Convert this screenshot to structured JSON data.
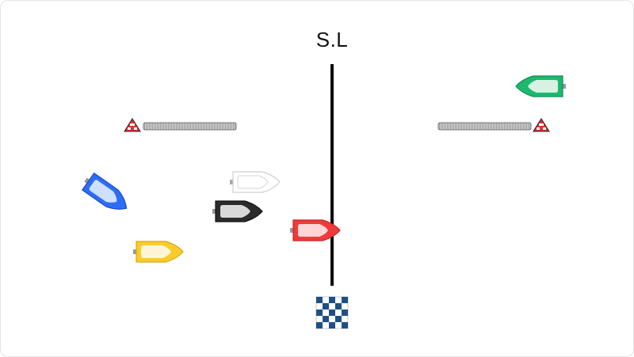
{
  "title": "S.L",
  "boats": [
    {
      "id": "green",
      "color": "#1db86e",
      "cabin": "#d6f2e3"
    },
    {
      "id": "blue",
      "color": "#2d6df6",
      "cabin": "#cfe0ff"
    },
    {
      "id": "white",
      "color": "#ffffff",
      "cabin": "#ffffff"
    },
    {
      "id": "black",
      "color": "#2b2b2b",
      "cabin": "#d9d9d9"
    },
    {
      "id": "red",
      "color": "#f03a3a",
      "cabin": "#ffd6d6"
    },
    {
      "id": "yellow",
      "color": "#f9cc2c",
      "cabin": "#fff5d6"
    }
  ],
  "marks": {
    "buoy_icon": "warning-buoy-icon",
    "finish_icon": "checkered-flag-icon"
  },
  "colors": {
    "line": "#0a0a0a",
    "checker_dark": "#1f4f86",
    "buoy": "#e03030"
  }
}
